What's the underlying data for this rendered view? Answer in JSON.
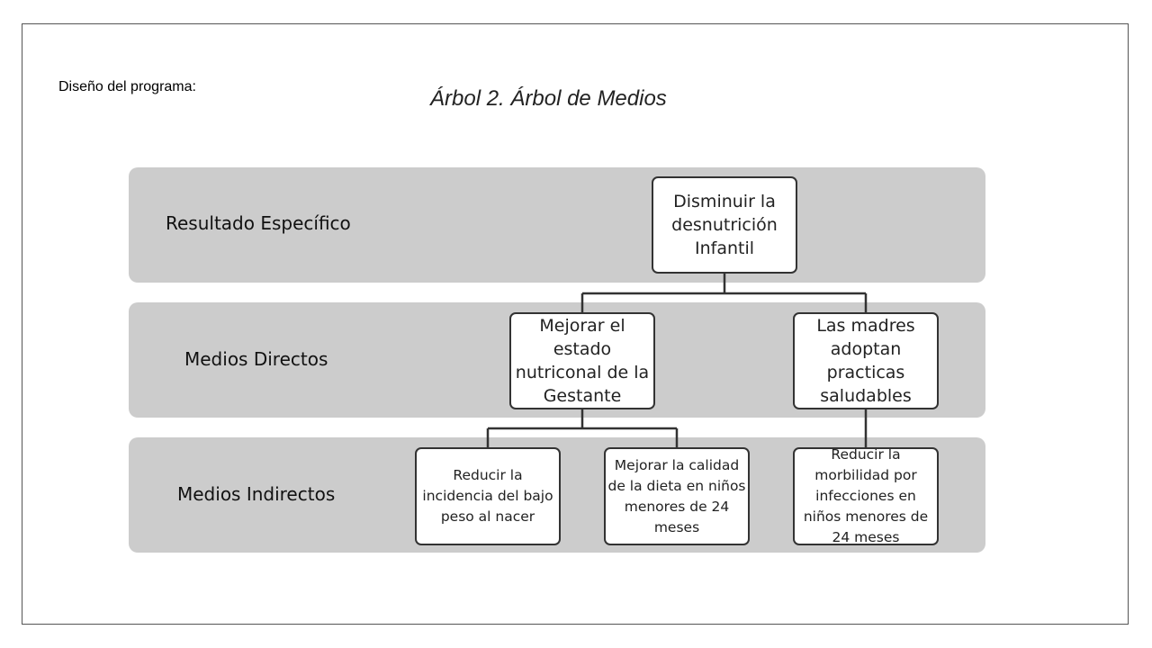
{
  "slide": {
    "heading": "Diseño del programa:"
  },
  "diagram": {
    "title": "Árbol 2. Árbol de Medios",
    "levels": {
      "resultado": "Resultado Específico",
      "directos": "Medios Directos",
      "indirectos": "Medios Indirectos"
    },
    "nodes": {
      "root": "Disminuir la desnutrición Infantil",
      "direct_1": "Mejorar el estado nutriconal de la Gestante",
      "direct_2": "Las madres adoptan practicas saludables",
      "indirect_1": "Reducir la incidencia del bajo peso al nacer",
      "indirect_2": "Mejorar la calidad de la dieta en niños menores de 24 meses",
      "indirect_3": "Reducir la morbilidad por infecciones en niños menores de 24 meses"
    },
    "colors": {
      "band": "#cccccc",
      "node_border": "#333333",
      "connector": "#333333"
    }
  }
}
